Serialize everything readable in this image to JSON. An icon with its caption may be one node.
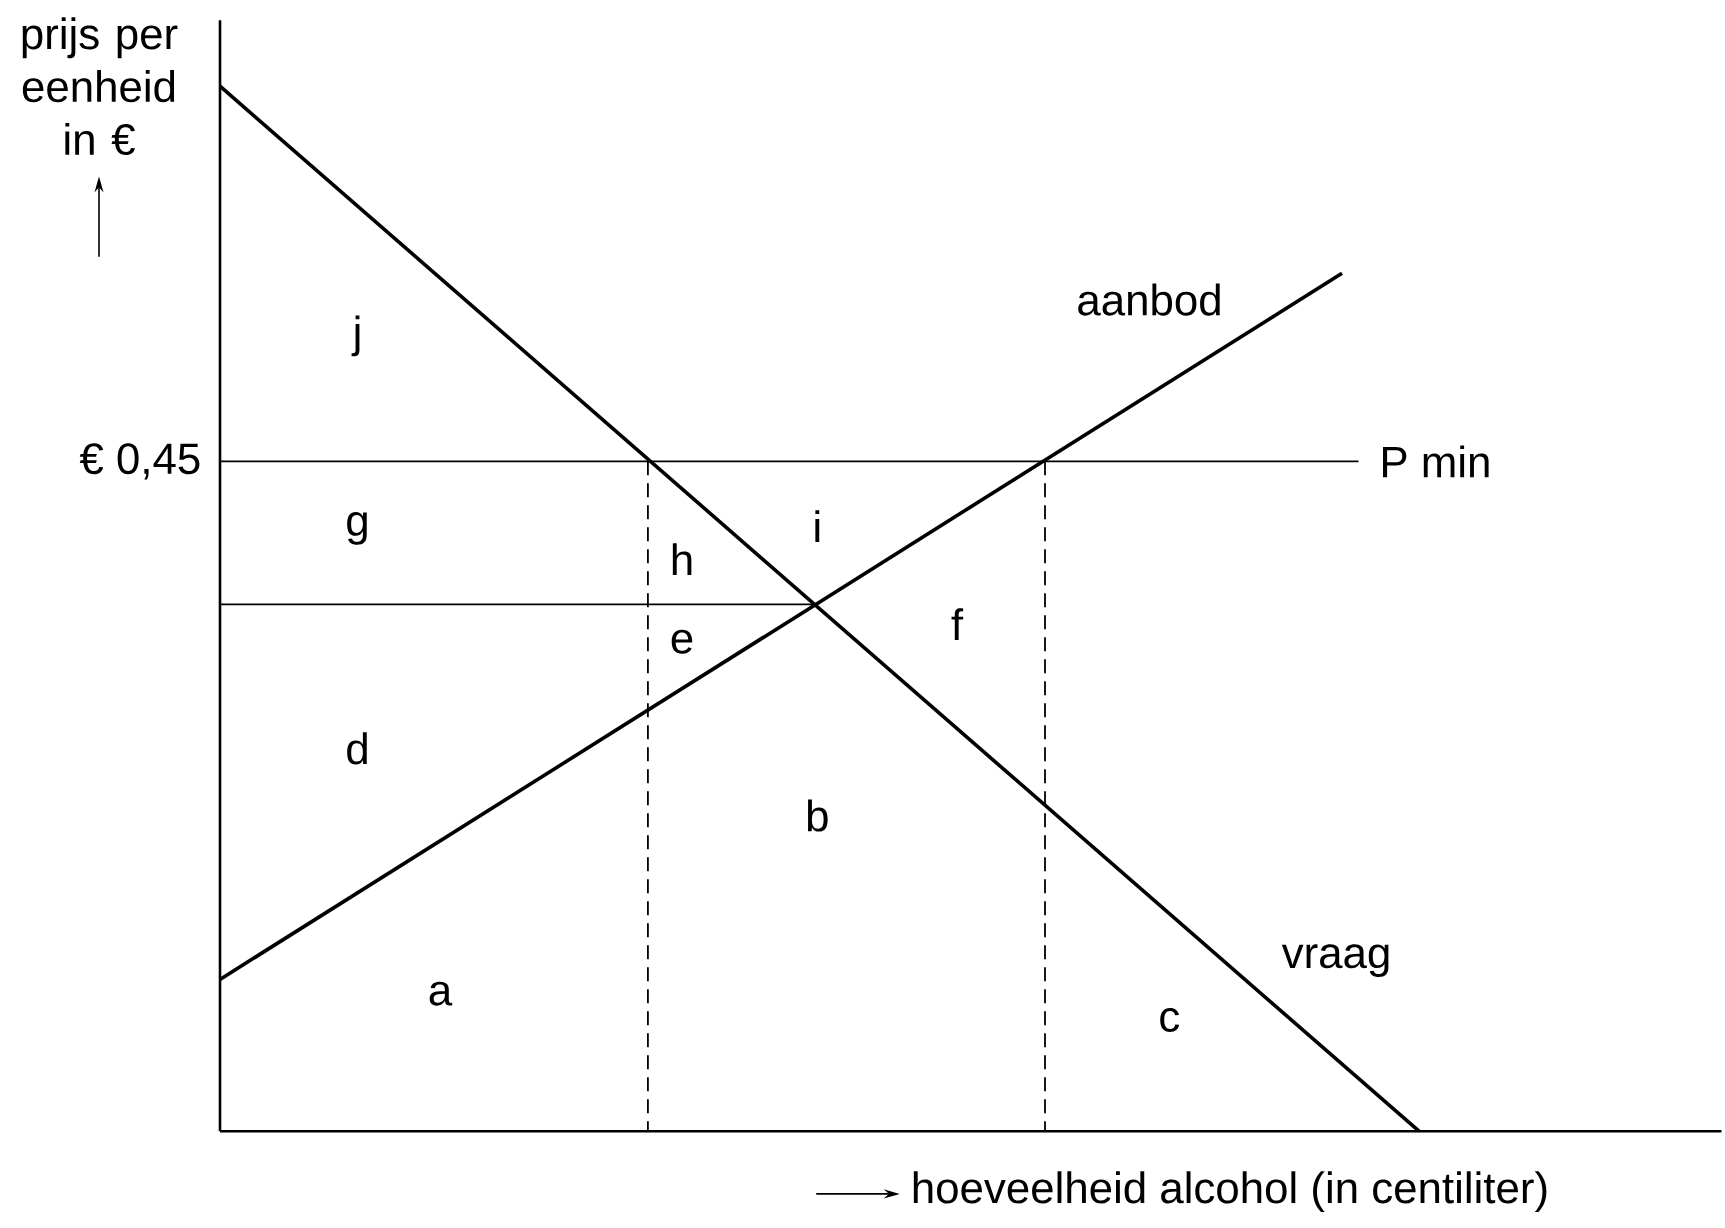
{
  "diagram": {
    "labels": [
      "prijs per eenheid in €",
      "aanbod",
      "j",
      "€ 0,45",
      "P min",
      "g",
      "i",
      "h",
      "f",
      "e",
      "d",
      "b",
      "vraag",
      "a",
      "c",
      "hoeveelheid alcohol (in centiliter)"
    ]
  }
}
